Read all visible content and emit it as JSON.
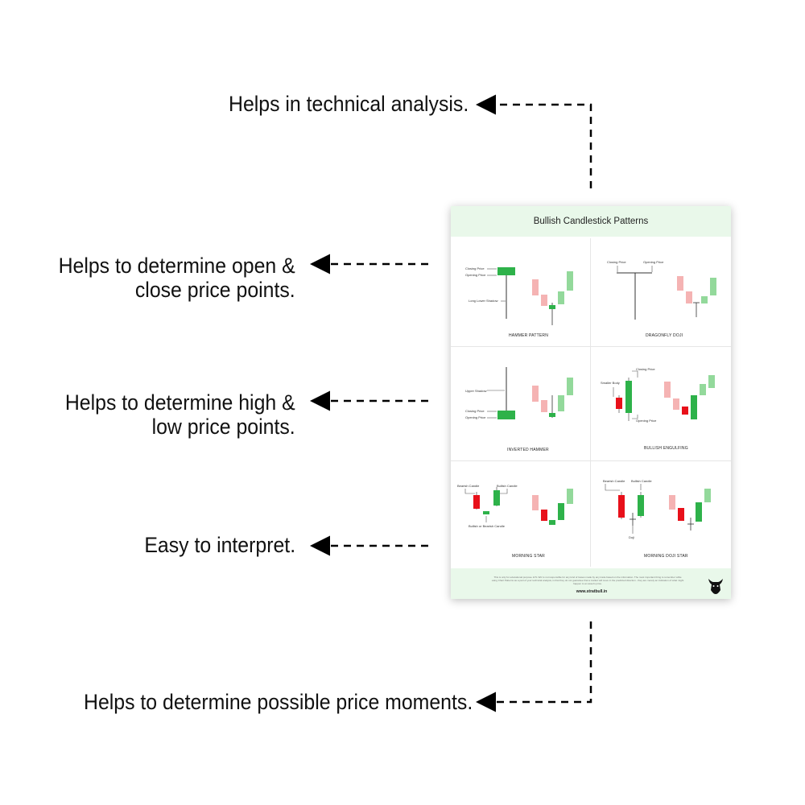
{
  "callouts": {
    "technical": "Helps in technical analysis.",
    "open_close": [
      "Helps to determine open &",
      "close price points."
    ],
    "high_low": [
      "Helps to determine high &",
      "low price points."
    ],
    "interpret": "Easy to interpret.",
    "moments": "Helps to determine possible price moments."
  },
  "poster": {
    "title": "Bullish Candlestick Patterns",
    "panels": {
      "hammer": {
        "name": "HAMMER PATTERN",
        "labels": [
          "Closing Price",
          "Opening Price",
          "Long Lower Shadow"
        ]
      },
      "dragonfly": {
        "name": "DRAGONFLY DOJI",
        "labels": [
          "Closing Price",
          "Opening Price"
        ]
      },
      "inverted": {
        "name": "INVERTED HAMMER",
        "labels": [
          "Upper Shadow",
          "Closing Price",
          "Opening Price"
        ]
      },
      "engulfing": {
        "name": "BULLISH ENGULFING",
        "labels": [
          "Closing Price",
          "Smaller Body",
          "Opening Price"
        ]
      },
      "morning_star": {
        "name": "MORNING STAR",
        "labels": [
          "Bearish Candle",
          "Bullish Candle",
          "Bullish or Bearish Candle"
        ]
      },
      "morning_doji_star": {
        "name": "MORNING DOJI STAR",
        "labels": [
          "Bearish Candle",
          "Bullish Candle",
          "Doji"
        ]
      }
    },
    "footer": {
      "disclaimer": "This is only for educational purpose. ETL Wiz is not responsible for any kind of losses made by any trade based on the information. The most important thing to remember while using Chart Patterns as a part of your technical analysis, is that they do not guarantee that a market will move in the predicted direction - they are merely an indication of what might happen to an asset's price.",
      "website": "www.stratbull.in"
    },
    "colors": {
      "bullish": "#2eb24a",
      "bullish_light": "#93d99b",
      "bearish": "#e8101a",
      "bearish_light": "#f5b3b3",
      "header_bg": "#e9f8ea"
    }
  }
}
